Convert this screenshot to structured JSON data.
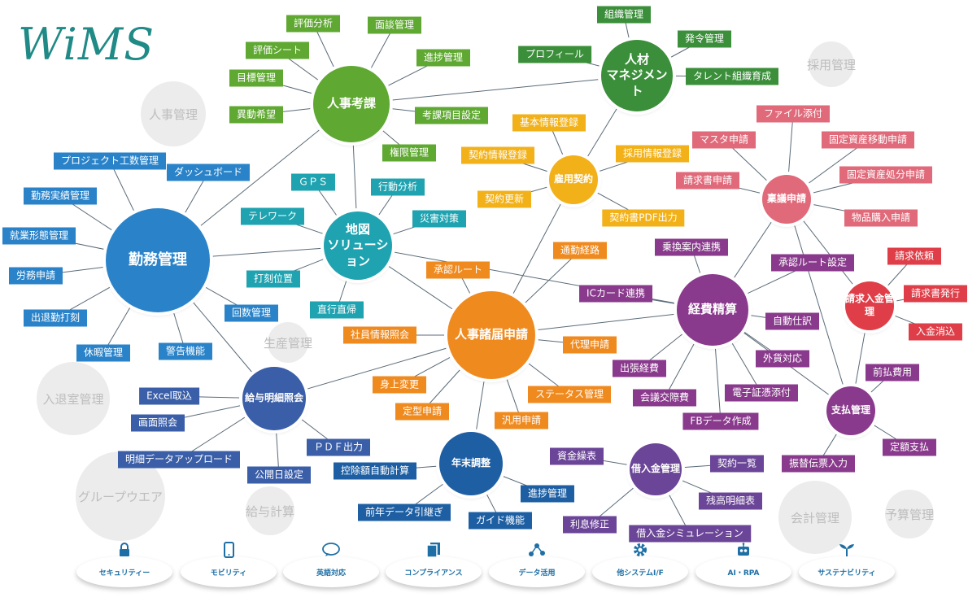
{
  "brand": {
    "logo": "WiMS"
  },
  "colors": {
    "green": "#5fa831",
    "darkgreen": "#3b8f3a",
    "blue": "#2a83c9",
    "teal": "#1fa3b0",
    "orange": "#ef8a1f",
    "yellow": "#f2b118",
    "navy": "#3a5ea8",
    "darkblue": "#1e5fa3",
    "purple": "#8a3a8c",
    "pink": "#e06a7a",
    "red": "#df3e48",
    "violet": "#6b4597",
    "ghost": "#ececec",
    "feature_text": "#1d6fa5"
  },
  "ghost_modules": [
    {
      "id": "g1",
      "label": "人事管理"
    },
    {
      "id": "g2",
      "label": "採用管理"
    },
    {
      "id": "g3",
      "label": "生産管理"
    },
    {
      "id": "g4",
      "label": "入退室管理"
    },
    {
      "id": "g5",
      "label": "グループウエア"
    },
    {
      "id": "g6",
      "label": "給与計算"
    },
    {
      "id": "g7",
      "label": "会計管理"
    },
    {
      "id": "g8",
      "label": "予算管理"
    }
  ],
  "hubs": [
    {
      "id": "jinji",
      "label": "人事考課",
      "color": "green"
    },
    {
      "id": "jinzai",
      "label": "人材\nマネジメント",
      "color": "darkgreen"
    },
    {
      "id": "kinmu",
      "label": "勤務管理",
      "color": "blue"
    },
    {
      "id": "chizu",
      "label": "地図\nソリューション",
      "color": "teal"
    },
    {
      "id": "koyo",
      "label": "雇用契約",
      "color": "yellow"
    },
    {
      "id": "shinsei",
      "label": "人事諸届申請",
      "color": "orange"
    },
    {
      "id": "kyuyo",
      "label": "給与明細照会",
      "color": "navy"
    },
    {
      "id": "nenmatsu",
      "label": "年末調整",
      "color": "darkblue"
    },
    {
      "id": "keihi",
      "label": "経費精算",
      "color": "purple"
    },
    {
      "id": "ringi",
      "label": "稟議申請",
      "color": "pink"
    },
    {
      "id": "seikyu",
      "label": "請求入金管理",
      "color": "red"
    },
    {
      "id": "shiharai",
      "label": "支払管理",
      "color": "purple"
    },
    {
      "id": "kariire",
      "label": "借入金管理",
      "color": "violet"
    }
  ],
  "tags": [
    {
      "id": "t1",
      "label": "評価分析",
      "color": "green",
      "hub": "jinji"
    },
    {
      "id": "t2",
      "label": "面談管理",
      "color": "green",
      "hub": "jinji"
    },
    {
      "id": "t3",
      "label": "評価シート",
      "color": "green",
      "hub": "jinji"
    },
    {
      "id": "t4",
      "label": "進捗管理",
      "color": "green",
      "hub": "jinji"
    },
    {
      "id": "t5",
      "label": "目標管理",
      "color": "green",
      "hub": "jinji"
    },
    {
      "id": "t6",
      "label": "異動希望",
      "color": "green",
      "hub": "jinji"
    },
    {
      "id": "t7",
      "label": "考課項目設定",
      "color": "green",
      "hub": "jinji"
    },
    {
      "id": "t8",
      "label": "権限管理",
      "color": "green",
      "hub": "jinji"
    },
    {
      "id": "t9",
      "label": "組織管理",
      "color": "darkgreen",
      "hub": "jinzai"
    },
    {
      "id": "t10",
      "label": "発令管理",
      "color": "darkgreen",
      "hub": "jinzai"
    },
    {
      "id": "t11",
      "label": "プロフィール",
      "color": "darkgreen",
      "hub": "jinzai"
    },
    {
      "id": "t12",
      "label": "タレント組織育成",
      "color": "darkgreen",
      "hub": "jinzai"
    },
    {
      "id": "t13",
      "label": "プロジェクト工数管理",
      "color": "blue",
      "hub": "kinmu"
    },
    {
      "id": "t14",
      "label": "ダッシュボード",
      "color": "blue",
      "hub": "kinmu"
    },
    {
      "id": "t15",
      "label": "勤務実績管理",
      "color": "blue",
      "hub": "kinmu"
    },
    {
      "id": "t16",
      "label": "就業形態管理",
      "color": "blue",
      "hub": "kinmu"
    },
    {
      "id": "t17",
      "label": "労務申請",
      "color": "blue",
      "hub": "kinmu"
    },
    {
      "id": "t18",
      "label": "出退勤打刻",
      "color": "blue",
      "hub": "kinmu"
    },
    {
      "id": "t19",
      "label": "休暇管理",
      "color": "blue",
      "hub": "kinmu"
    },
    {
      "id": "t20",
      "label": "警告機能",
      "color": "blue",
      "hub": "kinmu"
    },
    {
      "id": "t21",
      "label": "回数管理",
      "color": "blue",
      "hub": "kinmu"
    },
    {
      "id": "t22",
      "label": "ＧＰＳ",
      "color": "teal",
      "hub": "chizu"
    },
    {
      "id": "t23",
      "label": "行動分析",
      "color": "teal",
      "hub": "chizu"
    },
    {
      "id": "t24",
      "label": "テレワーク",
      "color": "teal",
      "hub": "chizu"
    },
    {
      "id": "t25",
      "label": "災害対策",
      "color": "teal",
      "hub": "chizu"
    },
    {
      "id": "t26",
      "label": "打刻位置",
      "color": "teal",
      "hub": "chizu"
    },
    {
      "id": "t27",
      "label": "直行直帰",
      "color": "teal",
      "hub": "chizu"
    },
    {
      "id": "t28",
      "label": "基本情報登録",
      "color": "yellow",
      "hub": "koyo"
    },
    {
      "id": "t29",
      "label": "契約情報登録",
      "color": "yellow",
      "hub": "koyo"
    },
    {
      "id": "t30",
      "label": "採用情報登録",
      "color": "yellow",
      "hub": "koyo"
    },
    {
      "id": "t31",
      "label": "契約更新",
      "color": "yellow",
      "hub": "koyo"
    },
    {
      "id": "t32",
      "label": "契約書PDF出力",
      "color": "yellow",
      "hub": "koyo"
    },
    {
      "id": "t33",
      "label": "承認ルート",
      "color": "orange",
      "hub": "shinsei"
    },
    {
      "id": "t34",
      "label": "通勤経路",
      "color": "orange",
      "hub": "shinsei"
    },
    {
      "id": "t35",
      "label": "社員情報照会",
      "color": "orange",
      "hub": "shinsei"
    },
    {
      "id": "t36",
      "label": "代理申請",
      "color": "orange",
      "hub": "shinsei"
    },
    {
      "id": "t37",
      "label": "身上変更",
      "color": "orange",
      "hub": "shinsei"
    },
    {
      "id": "t38",
      "label": "ステータス管理",
      "color": "orange",
      "hub": "shinsei"
    },
    {
      "id": "t39",
      "label": "定型申請",
      "color": "orange",
      "hub": "shinsei"
    },
    {
      "id": "t40",
      "label": "汎用申請",
      "color": "orange",
      "hub": "shinsei"
    },
    {
      "id": "t41",
      "label": "Excel取込",
      "color": "navy",
      "hub": "kyuyo"
    },
    {
      "id": "t42",
      "label": "画面照会",
      "color": "navy",
      "hub": "kyuyo"
    },
    {
      "id": "t43",
      "label": "ＰＤＦ出力",
      "color": "navy",
      "hub": "kyuyo"
    },
    {
      "id": "t44",
      "label": "明細データアップロード",
      "color": "navy",
      "hub": "kyuyo"
    },
    {
      "id": "t45",
      "label": "公開日設定",
      "color": "navy",
      "hub": "kyuyo"
    },
    {
      "id": "t46",
      "label": "控除額自動計算",
      "color": "darkblue",
      "hub": "nenmatsu"
    },
    {
      "id": "t47",
      "label": "進捗管理",
      "color": "darkblue",
      "hub": "nenmatsu"
    },
    {
      "id": "t48",
      "label": "前年データ引継ぎ",
      "color": "darkblue",
      "hub": "nenmatsu"
    },
    {
      "id": "t49",
      "label": "ガイド機能",
      "color": "darkblue",
      "hub": "nenmatsu"
    },
    {
      "id": "t50",
      "label": "乗換案内連携",
      "color": "purple",
      "hub": "keihi"
    },
    {
      "id": "t51",
      "label": "ICカード連携",
      "color": "purple",
      "hub": "keihi"
    },
    {
      "id": "t52",
      "label": "承認ルート設定",
      "color": "purple",
      "hub": "keihi"
    },
    {
      "id": "t53",
      "label": "自動仕訳",
      "color": "purple",
      "hub": "keihi"
    },
    {
      "id": "t54",
      "label": "出張経費",
      "color": "purple",
      "hub": "keihi"
    },
    {
      "id": "t55",
      "label": "外貨対応",
      "color": "purple",
      "hub": "keihi"
    },
    {
      "id": "t56",
      "label": "会議交際費",
      "color": "purple",
      "hub": "keihi"
    },
    {
      "id": "t57",
      "label": "電子証憑添付",
      "color": "purple",
      "hub": "keihi"
    },
    {
      "id": "t58",
      "label": "FBデータ作成",
      "color": "purple",
      "hub": "keihi"
    },
    {
      "id": "t59",
      "label": "ファイル添付",
      "color": "pink",
      "hub": "ringi"
    },
    {
      "id": "t60",
      "label": "マスタ申請",
      "color": "pink",
      "hub": "ringi"
    },
    {
      "id": "t61",
      "label": "固定資産移動申請",
      "color": "pink",
      "hub": "ringi"
    },
    {
      "id": "t62",
      "label": "請求書申請",
      "color": "pink",
      "hub": "ringi"
    },
    {
      "id": "t63",
      "label": "固定資産処分申請",
      "color": "pink",
      "hub": "ringi"
    },
    {
      "id": "t64",
      "label": "物品購入申請",
      "color": "pink",
      "hub": "ringi"
    },
    {
      "id": "t65",
      "label": "請求依頼",
      "color": "red",
      "hub": "seikyu"
    },
    {
      "id": "t66",
      "label": "請求書発行",
      "color": "red",
      "hub": "seikyu"
    },
    {
      "id": "t67",
      "label": "入金消込",
      "color": "red",
      "hub": "seikyu"
    },
    {
      "id": "t68",
      "label": "前払費用",
      "color": "purple",
      "hub": "shiharai"
    },
    {
      "id": "t69",
      "label": "定額支払",
      "color": "purple",
      "hub": "shiharai"
    },
    {
      "id": "t70",
      "label": "振替伝票入力",
      "color": "purple",
      "hub": "shiharai"
    },
    {
      "id": "t71",
      "label": "資金繰表",
      "color": "violet",
      "hub": "kariire"
    },
    {
      "id": "t72",
      "label": "契約一覧",
      "color": "violet",
      "hub": "kariire"
    },
    {
      "id": "t73",
      "label": "残高明細表",
      "color": "violet",
      "hub": "kariire"
    },
    {
      "id": "t74",
      "label": "利息修正",
      "color": "violet",
      "hub": "kariire"
    },
    {
      "id": "t75",
      "label": "借入金シミュレーション",
      "color": "violet",
      "hub": "kariire"
    }
  ],
  "hub_links": [
    [
      "kinmu",
      "jinji"
    ],
    [
      "jinji",
      "jinzai"
    ],
    [
      "jinji",
      "chizu"
    ],
    [
      "kinmu",
      "chizu"
    ],
    [
      "kinmu",
      "kyuyo"
    ],
    [
      "chizu",
      "shinsei"
    ],
    [
      "koyo",
      "jinzai"
    ],
    [
      "koyo",
      "shinsei"
    ],
    [
      "shinsei",
      "kyuyo"
    ],
    [
      "shinsei",
      "nenmatsu"
    ],
    [
      "shinsei",
      "keihi"
    ],
    [
      "chizu",
      "keihi"
    ],
    [
      "keihi",
      "ringi"
    ],
    [
      "keihi",
      "shiharai"
    ],
    [
      "ringi",
      "seikyu"
    ],
    [
      "ringi",
      "shiharai"
    ],
    [
      "seikyu",
      "shiharai"
    ]
  ],
  "features": [
    {
      "id": "f1",
      "label": "セキュリティー",
      "icon": "lock-icon"
    },
    {
      "id": "f2",
      "label": "モビリティ",
      "icon": "smartphone-icon"
    },
    {
      "id": "f3",
      "label": "英語対応",
      "icon": "speech-bubble-icon"
    },
    {
      "id": "f4",
      "label": "コンプライアンス",
      "icon": "documents-icon"
    },
    {
      "id": "f5",
      "label": "データ活用",
      "icon": "share-nodes-icon"
    },
    {
      "id": "f6",
      "label": "他システムI/F",
      "icon": "gear-icon"
    },
    {
      "id": "f7",
      "label": "AI・RPA",
      "icon": "robot-icon"
    },
    {
      "id": "f8",
      "label": "サステナビリティ",
      "icon": "sprout-icon"
    }
  ]
}
